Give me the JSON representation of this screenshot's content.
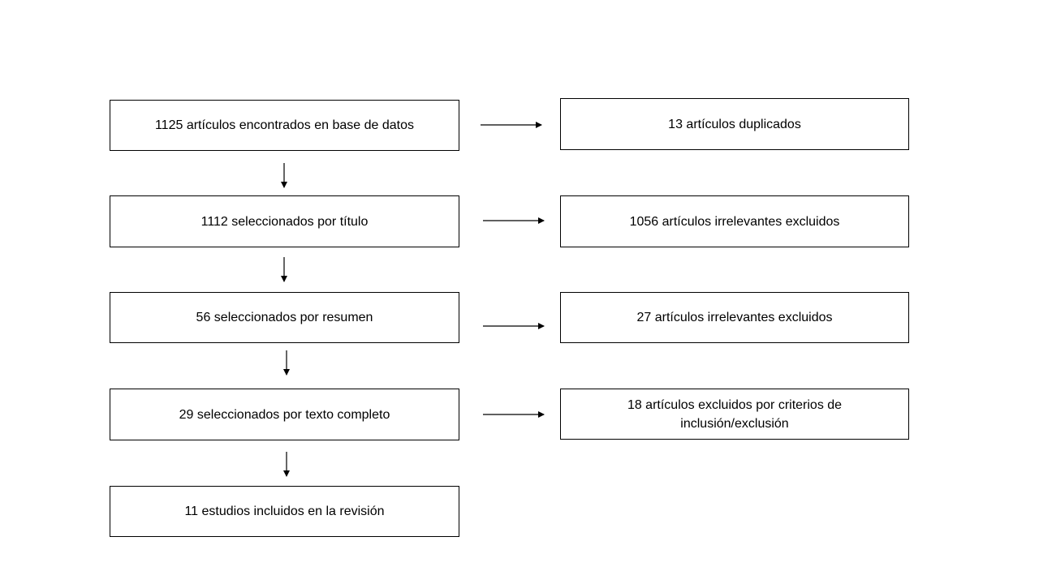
{
  "flow": {
    "main": [
      "1125 artículos encontrados en base de datos",
      "1112 seleccionados por título",
      "56 seleccionados por resumen",
      "29 seleccionados por texto completo",
      "11 estudios incluidos en la revisión"
    ],
    "excluded": [
      "13 artículos duplicados",
      "1056 artículos irrelevantes excluidos",
      "27 artículos irrelevantes excluidos",
      "18 artículos excluidos por criterios de inclusión/exclusión"
    ]
  },
  "colors": {
    "border": "#000000",
    "background": "#ffffff"
  }
}
